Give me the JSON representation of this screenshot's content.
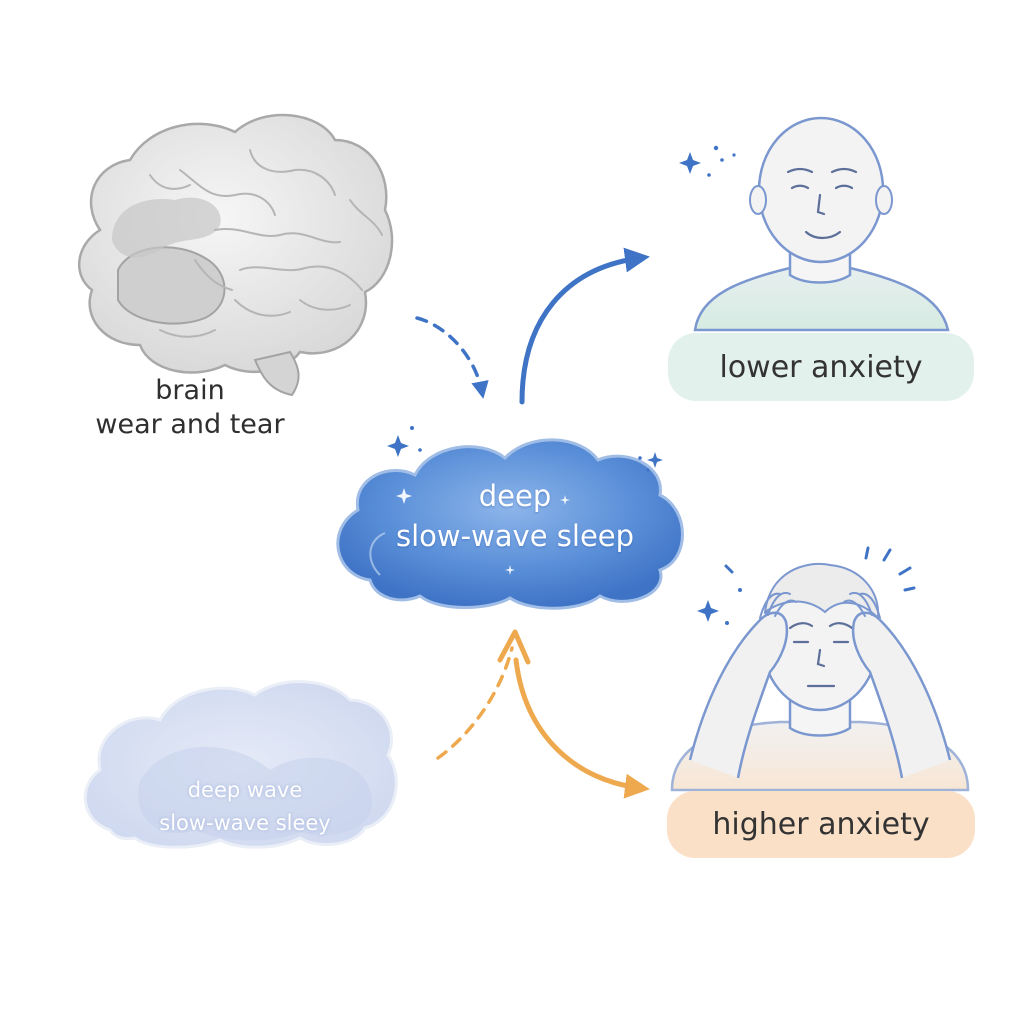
{
  "nodes": {
    "brain": {
      "line1": "brain",
      "line2": "wear and tear"
    },
    "deep_sleep_cloud": {
      "line1": "deep",
      "line2": "slow-wave sleep"
    },
    "faded_cloud": {
      "line1": "deep wave",
      "line2": "slow-wave sleey"
    },
    "lower_anxiety": {
      "label": "lower anxiety"
    },
    "higher_anxiety": {
      "label": "higher anxiety"
    }
  },
  "colors": {
    "blue_arrow": "#3f73c6",
    "orange_arrow": "#eea94f",
    "cloud_blue": "#5a8fd8",
    "pill_green": "#e3f1ec",
    "pill_orange": "#fbe0c8",
    "outline_blue": "#6b8cc9"
  },
  "icons": [
    "brain-icon",
    "calm-person-icon",
    "stressed-person-icon",
    "cloud-icon",
    "sparkle-icon"
  ]
}
